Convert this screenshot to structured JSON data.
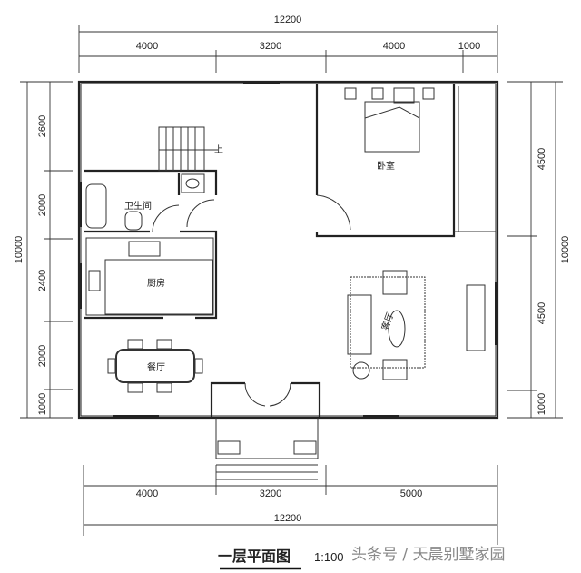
{
  "title": "一层平面图",
  "scale": "1:100",
  "watermark": "头条号 / 天晨别墅家园",
  "dimensions": {
    "top_total": "12200",
    "top": [
      "4000",
      "3200",
      "4000",
      "1000"
    ],
    "bottom_total": "12200",
    "bottom": [
      "4000",
      "3200",
      "5000"
    ],
    "left_total": "10000",
    "left": [
      "2600",
      "2000",
      "2400",
      "2000",
      "1000"
    ],
    "right_total": "10000",
    "right": [
      "4500",
      "4500",
      "1000"
    ]
  },
  "rooms": {
    "bedroom": "卧室",
    "bathroom": "卫生间",
    "kitchen": "厨房",
    "dining": "餐厅",
    "living": "客厅",
    "stair_up": "上"
  }
}
